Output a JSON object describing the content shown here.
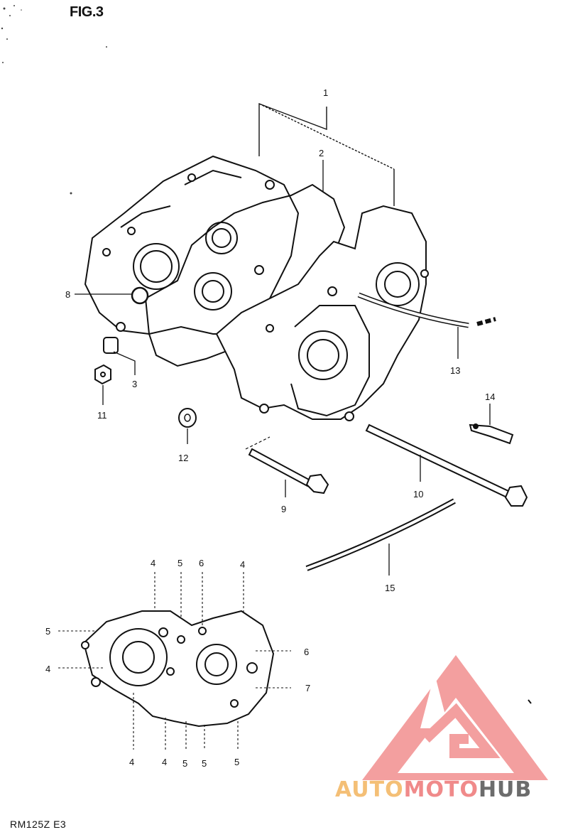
{
  "figure": {
    "title": "FIG.3"
  },
  "footer": {
    "model_code": "RM125Z  E3"
  },
  "watermark": {
    "brand_auto": "AUTO",
    "brand_moto": "MOTO",
    "brand_hub": "HUB",
    "colors": {
      "auto": "#f4bf76",
      "moto": "#f08a8a",
      "hub": "#6c6c6c"
    }
  },
  "callouts": {
    "upper": [
      "1",
      "2",
      "8",
      "3",
      "11",
      "12",
      "13",
      "14",
      "9",
      "10",
      "15"
    ],
    "lower_top": [
      "4",
      "5",
      "6",
      "4"
    ],
    "lower_left": [
      "5",
      "4"
    ],
    "lower_right": [
      "6",
      "7"
    ],
    "lower_bottom": [
      "4",
      "4",
      "5",
      "5",
      "5"
    ]
  }
}
